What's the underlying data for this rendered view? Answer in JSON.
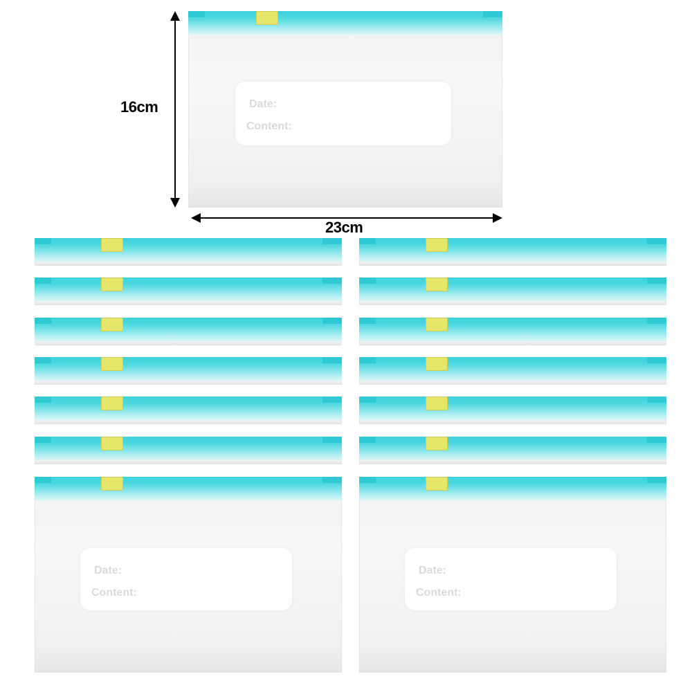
{
  "dimensions": {
    "height_label": "16cm",
    "width_label": "23cm"
  },
  "bag_label": {
    "date": "Date:",
    "content": "Content:"
  },
  "colors": {
    "zipper": "#4fd8e0",
    "slider": "#e6e66a",
    "bag": "#f3f3f3"
  }
}
